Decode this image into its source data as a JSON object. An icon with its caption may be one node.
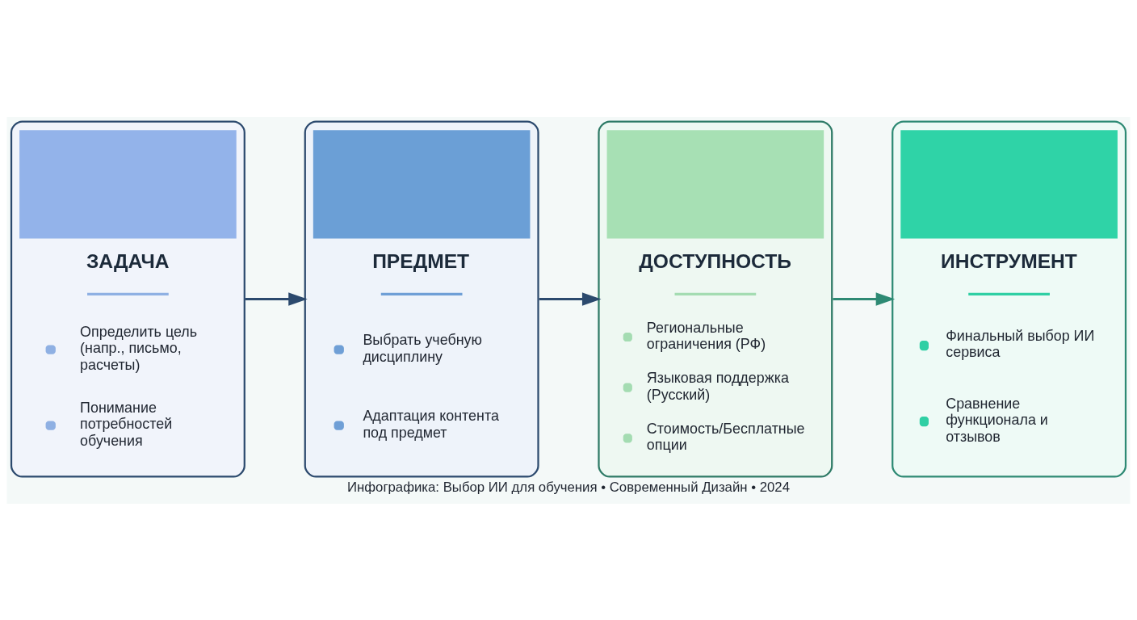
{
  "diagram": {
    "caption": "Инфографика: Выбор ИИ для обучения • Современный Дизайн • 2024",
    "nodes": [
      {
        "text": [
          "ЗАДАЧА",
          "Определить цель (напр., письмо, расчеты)",
          "Понимание потребностей обучения"
        ]
      },
      {
        "text": [
          "ПРЕДМЕТ",
          "Выбрать учебную дисциплину",
          "Адаптация контента под предмет"
        ]
      },
      {
        "text": [
          "ДОСТУПНОСТЬ",
          "Региональные ограничения (РФ)",
          "Языковая поддержка (Русский)",
          "Стоимость/Бесплатные опции"
        ]
      },
      {
        "text": [
          "ИНСТРУМЕНТ",
          "Финальный выбор ИИ сервиса",
          "Сравнение функционала и отзывов"
        ]
      }
    ],
    "edges": [
      {
        "from": 0,
        "to": 1,
        "arrow": "to"
      },
      {
        "from": 1,
        "to": 2,
        "arrow": "to"
      },
      {
        "from": 2,
        "to": 3,
        "arrow": "to",
        "color": "#2e8a74"
      }
    ]
  }
}
